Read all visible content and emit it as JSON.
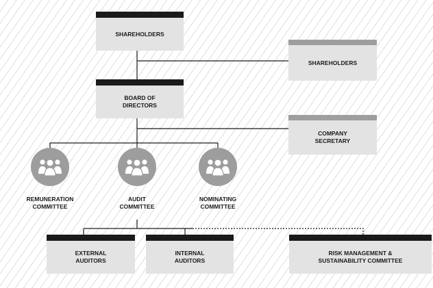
{
  "boxes": {
    "shareholders_main": "SHAREHOLDERS",
    "shareholders_side": "SHAREHOLDERS",
    "board": "BOARD OF\nDIRECTORS",
    "company_secretary": "COMPANY\nSECRETARY",
    "external_auditors": "EXTERNAL\nAUDITORS",
    "internal_auditors": "INTERNAL\nAUDITORS",
    "risk_committee": "RISK MANAGEMENT &\nSUSTAINABILITY COMMITTEE"
  },
  "committees": [
    {
      "label": "REMUNERATION\nCOMMITTEE",
      "icon": "people-group-icon"
    },
    {
      "label": "AUDIT\nCOMMITTEE",
      "icon": "people-group-icon"
    },
    {
      "label": "NOMINATING\nCOMMITTEE",
      "icon": "people-group-icon"
    }
  ],
  "colors": {
    "box_fill": "#e3e3e3",
    "primary_bar": "#1a1a1a",
    "secondary_bar": "#9e9e9e",
    "icon_circle": "#9d9d9d",
    "connector": "#1a1a1a"
  },
  "connectors": {
    "risk_committee_link": "dotted"
  }
}
